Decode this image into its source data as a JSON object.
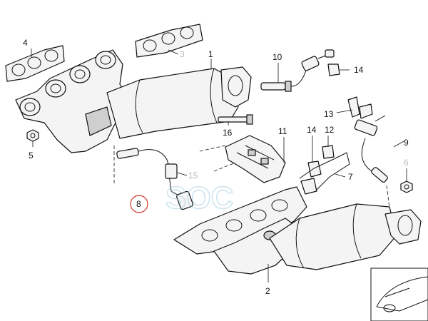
{
  "diagram": {
    "callouts": {
      "c1": "1",
      "c2": "2",
      "c3": "3",
      "c4": "4",
      "c5": "5",
      "c6": "6",
      "c7": "7",
      "c8": "8",
      "c9": "9",
      "c10": "10",
      "c11": "11",
      "c12": "12",
      "c13": "13",
      "c14a": "14",
      "c14b": "14",
      "c15": "15",
      "c16": "16"
    },
    "highlighted_callout": "8",
    "watermark": "SOC",
    "colors": {
      "highlight_ring": "#d23a2a",
      "watermark": "#9ccbe0",
      "ink": "#111111"
    }
  }
}
